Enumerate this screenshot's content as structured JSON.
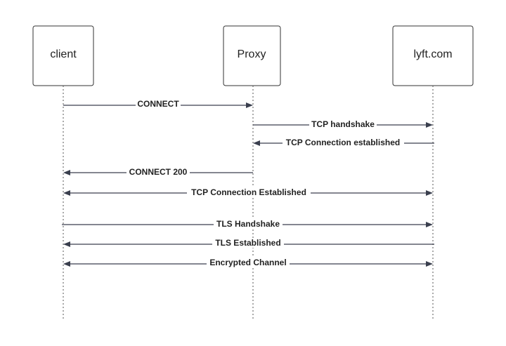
{
  "participants": [
    {
      "id": "client",
      "label": "client"
    },
    {
      "id": "proxy",
      "label": "Proxy"
    },
    {
      "id": "server",
      "label": "lyft.com"
    }
  ],
  "messages": [
    {
      "label": "CONNECT",
      "from": "client",
      "to": "proxy",
      "direction": "forward"
    },
    {
      "label": "TCP handshake",
      "from": "proxy",
      "to": "server",
      "direction": "forward"
    },
    {
      "label": "TCP Connection established",
      "from": "server",
      "to": "proxy",
      "direction": "forward"
    },
    {
      "label": "CONNECT 200",
      "from": "proxy",
      "to": "client",
      "direction": "forward"
    },
    {
      "label": "TCP Connection Established",
      "from": "client",
      "to": "server",
      "direction": "both"
    },
    {
      "label": "TLS Handshake",
      "from": "client",
      "to": "server",
      "direction": "forward"
    },
    {
      "label": "TLS Established",
      "from": "server",
      "to": "client",
      "direction": "forward"
    },
    {
      "label": "Encrypted Channel",
      "from": "client",
      "to": "server",
      "direction": "both"
    }
  ]
}
